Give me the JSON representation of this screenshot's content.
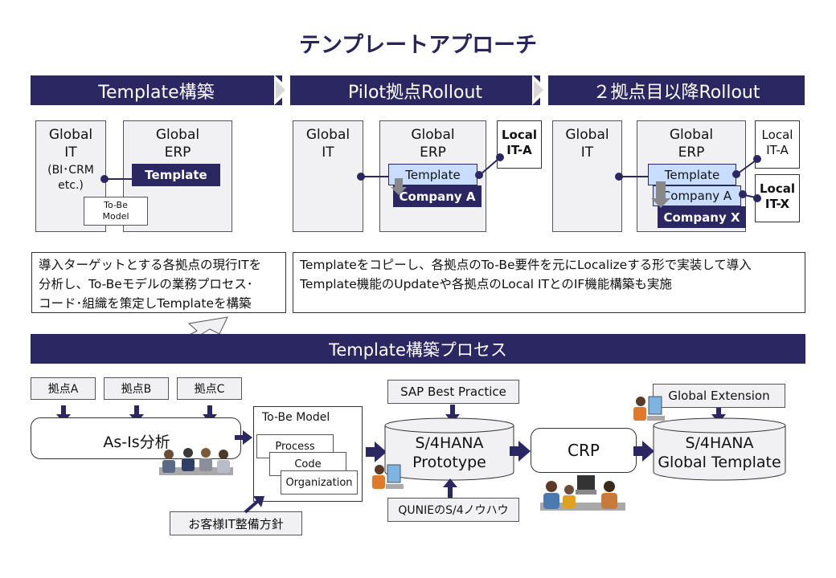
{
  "title": "テンプレートアプローチ",
  "phases": [
    "Template構築",
    "Pilot拠点Rollout",
    "２拠点目以降Rollout"
  ],
  "phase1": {
    "global_it": "Global\nIT",
    "global_it_sub": "(BI･CRM\netc.)",
    "global_erp": "Global\nERP",
    "template": "Template",
    "tobe_doc": "To-Be\nModel"
  },
  "phase2": {
    "global_it": "Global\nIT",
    "global_erp": "Global\nERP",
    "template": "Template",
    "company_a": "Company A",
    "local_it_a": "Local\nIT-A"
  },
  "phase3": {
    "global_it": "Global\nIT",
    "global_erp": "Global\nERP",
    "template": "Template",
    "company_a": "Company A",
    "company_x": "Company X",
    "local_it_a": "Local\nIT-A",
    "local_it_x": "Local\nIT-X"
  },
  "desc_left": "導入ターゲットとする各拠点の現行ITを\n分析し、To-Beモデルの業務プロセス･\nコード･組織を策定しTemplateを構築",
  "desc_right": "Templateをコピーし、各拠点のTo-Be要件を元にLocalizeする形で実装して導入\nTemplate機能のUpdateや各拠点のLocal ITとのIF機能構築も実施",
  "process_title": "Template構築プロセス",
  "sites": [
    "拠点A",
    "拠点B",
    "拠点C"
  ],
  "asis": "As-Is分析",
  "tobe": {
    "title": "To-Be Model",
    "items": [
      "Process",
      "Code",
      "Organization"
    ]
  },
  "policy": "お客様IT整備方針",
  "sap_bp": "SAP Best Practice",
  "prototype": "S/4HANA\nPrototype",
  "qunie": "QUNIEのS/4ノウハウ",
  "crp": "CRP",
  "global_ext": "Global Extension",
  "global_template": "S/4HANA\nGlobal Template",
  "colors": {
    "navy": "#2a2762",
    "light_blue": "#c9ddff",
    "grey_box": "#f1f1f3"
  }
}
